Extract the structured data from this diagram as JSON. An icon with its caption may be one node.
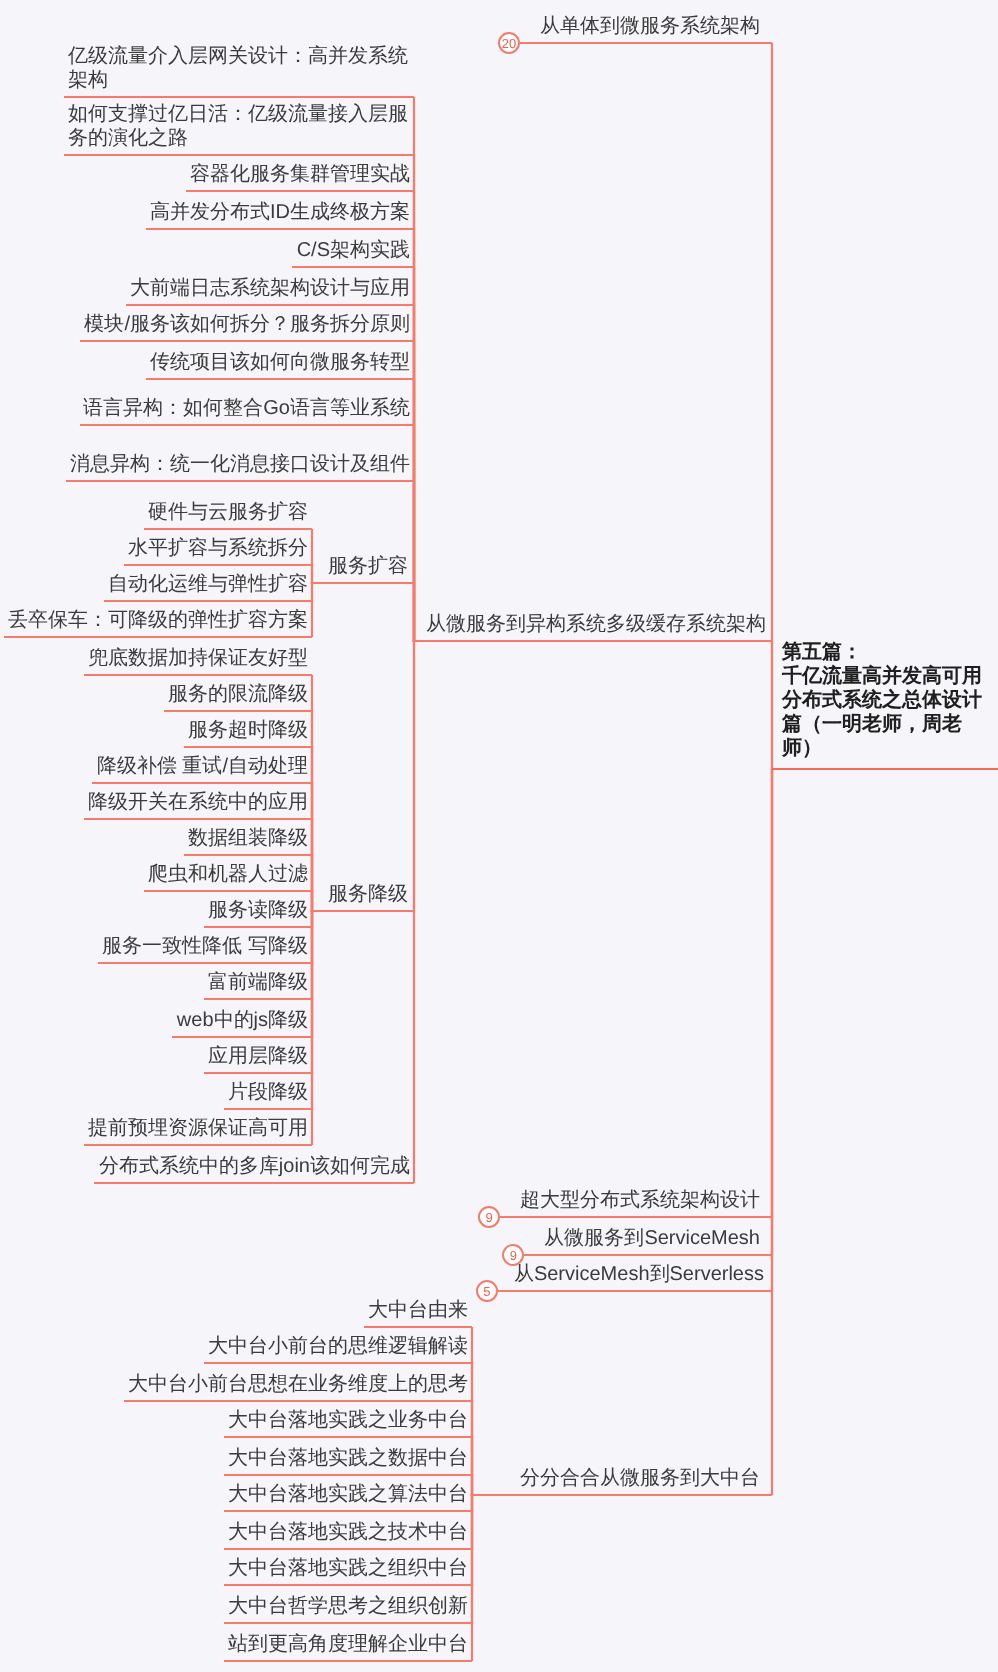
{
  "diagram": {
    "nodes": [
      {
        "text": [
          "第五篇：",
          "千亿流量高并发高可用分布式系统之总体设计篇（一明老师，周老师）"
        ]
      },
      {
        "text": [
          "从单体到微服务系统架构"
        ],
        "beside": [
          "20"
        ]
      },
      {
        "text": [
          "从微服务到异构系统多级缓存系统架构"
        ]
      },
      {
        "text": [
          "亿级流量介入层网关设计：高并发系统架构"
        ]
      },
      {
        "text": [
          "如何支撑过亿日活：亿级流量接入层服务的演化之路"
        ]
      },
      {
        "text": [
          "容器化服务集群管理实战"
        ]
      },
      {
        "text": [
          "高并发分布式ID生成终极方案"
        ]
      },
      {
        "text": [
          "C/S架构实践"
        ]
      },
      {
        "text": [
          "大前端日志系统架构设计与应用"
        ]
      },
      {
        "text": [
          "模块/服务该如何拆分？服务拆分原则"
        ]
      },
      {
        "text": [
          "传统项目该如何向微服务转型"
        ]
      },
      {
        "text": [
          "语言异构：如何整合Go语言等业系统"
        ]
      },
      {
        "text": [
          "消息异构：统一化消息接口设计及组件"
        ]
      },
      {
        "text": [
          "服务扩容"
        ]
      },
      {
        "text": [
          "硬件与云服务扩容"
        ]
      },
      {
        "text": [
          "水平扩容与系统拆分"
        ]
      },
      {
        "text": [
          "自动化运维与弹性扩容"
        ]
      },
      {
        "text": [
          "丢卒保车：可降级的弹性扩容方案"
        ]
      },
      {
        "text": [
          "服务降级"
        ]
      },
      {
        "text": [
          "兜底数据加持保证友好型"
        ]
      },
      {
        "text": [
          "服务的限流降级"
        ]
      },
      {
        "text": [
          "服务超时降级"
        ]
      },
      {
        "text": [
          "降级补偿 重试/自动处理"
        ]
      },
      {
        "text": [
          "降级开关在系统中的应用"
        ]
      },
      {
        "text": [
          "数据组装降级"
        ]
      },
      {
        "text": [
          "爬虫和机器人过滤"
        ]
      },
      {
        "text": [
          "服务读降级"
        ]
      },
      {
        "text": [
          "服务一致性降低 写降级"
        ]
      },
      {
        "text": [
          "富前端降级"
        ]
      },
      {
        "text": [
          "web中的js降级"
        ]
      },
      {
        "text": [
          "应用层降级"
        ]
      },
      {
        "text": [
          "片段降级"
        ]
      },
      {
        "text": [
          "提前预埋资源保证高可用"
        ]
      },
      {
        "text": [
          "分布式系统中的多库join该如何完成"
        ]
      },
      {
        "text": [
          "超大型分布式系统架构设计"
        ],
        "beside": [
          "9"
        ]
      },
      {
        "text": [
          "从微服务到ServiceMesh"
        ],
        "beside": [
          "9"
        ]
      },
      {
        "text": [
          "从ServiceMesh到Serverless"
        ],
        "beside": [
          "5"
        ]
      },
      {
        "text": [
          "分分合合从微服务到大中台"
        ]
      },
      {
        "text": [
          "大中台由来"
        ]
      },
      {
        "text": [
          "大中台小前台的思维逻辑解读"
        ]
      },
      {
        "text": [
          "大中台小前台思想在业务维度上的思考"
        ]
      },
      {
        "text": [
          "大中台落地实践之业务中台"
        ]
      },
      {
        "text": [
          "大中台落地实践之数据中台"
        ]
      },
      {
        "text": [
          "大中台落地实践之算法中台"
        ]
      },
      {
        "text": [
          "大中台落地实践之技术中台"
        ]
      },
      {
        "text": [
          "大中台落地实践之组织中台"
        ]
      },
      {
        "text": [
          "大中台哲学思考之组织创新"
        ]
      },
      {
        "text": [
          "站到更高角度理解企业中台"
        ]
      }
    ],
    "edges": [
      {
        "from": 0,
        "to": 1,
        "arrow": "none"
      },
      {
        "from": 0,
        "to": 2,
        "arrow": "none"
      },
      {
        "from": 0,
        "to": 34,
        "arrow": "none"
      },
      {
        "from": 0,
        "to": 35,
        "arrow": "none"
      },
      {
        "from": 0,
        "to": 36,
        "arrow": "none"
      },
      {
        "from": 0,
        "to": 37,
        "arrow": "none"
      },
      {
        "from": 2,
        "to": 3,
        "arrow": "none"
      },
      {
        "from": 2,
        "to": 4,
        "arrow": "none"
      },
      {
        "from": 2,
        "to": 5,
        "arrow": "none"
      },
      {
        "from": 2,
        "to": 6,
        "arrow": "none"
      },
      {
        "from": 2,
        "to": 7,
        "arrow": "none"
      },
      {
        "from": 2,
        "to": 8,
        "arrow": "none"
      },
      {
        "from": 2,
        "to": 9,
        "arrow": "none"
      },
      {
        "from": 2,
        "to": 10,
        "arrow": "none"
      },
      {
        "from": 2,
        "to": 11,
        "arrow": "none"
      },
      {
        "from": 2,
        "to": 12,
        "arrow": "none"
      },
      {
        "from": 2,
        "to": 13,
        "arrow": "none"
      },
      {
        "from": 2,
        "to": 18,
        "arrow": "none"
      },
      {
        "from": 2,
        "to": 33,
        "arrow": "none"
      },
      {
        "from": 13,
        "to": 14,
        "arrow": "none"
      },
      {
        "from": 13,
        "to": 15,
        "arrow": "none"
      },
      {
        "from": 13,
        "to": 16,
        "arrow": "none"
      },
      {
        "from": 13,
        "to": 17,
        "arrow": "none"
      },
      {
        "from": 18,
        "to": 19,
        "arrow": "none"
      },
      {
        "from": 18,
        "to": 20,
        "arrow": "none"
      },
      {
        "from": 18,
        "to": 21,
        "arrow": "none"
      },
      {
        "from": 18,
        "to": 22,
        "arrow": "none"
      },
      {
        "from": 18,
        "to": 23,
        "arrow": "none"
      },
      {
        "from": 18,
        "to": 24,
        "arrow": "none"
      },
      {
        "from": 18,
        "to": 25,
        "arrow": "none"
      },
      {
        "from": 18,
        "to": 26,
        "arrow": "none"
      },
      {
        "from": 18,
        "to": 27,
        "arrow": "none"
      },
      {
        "from": 18,
        "to": 28,
        "arrow": "none"
      },
      {
        "from": 18,
        "to": 29,
        "arrow": "none"
      },
      {
        "from": 18,
        "to": 30,
        "arrow": "none"
      },
      {
        "from": 18,
        "to": 31,
        "arrow": "none"
      },
      {
        "from": 18,
        "to": 32,
        "arrow": "none"
      },
      {
        "from": 37,
        "to": 38,
        "arrow": "none"
      },
      {
        "from": 37,
        "to": 39,
        "arrow": "none"
      },
      {
        "from": 37,
        "to": 40,
        "arrow": "none"
      },
      {
        "from": 37,
        "to": 41,
        "arrow": "none"
      },
      {
        "from": 37,
        "to": 42,
        "arrow": "none"
      },
      {
        "from": 37,
        "to": 43,
        "arrow": "none"
      },
      {
        "from": 37,
        "to": 44,
        "arrow": "none"
      },
      {
        "from": 37,
        "to": 45,
        "arrow": "none"
      },
      {
        "from": 37,
        "to": 46,
        "arrow": "none"
      },
      {
        "from": 37,
        "to": 47,
        "arrow": "none"
      }
    ]
  }
}
